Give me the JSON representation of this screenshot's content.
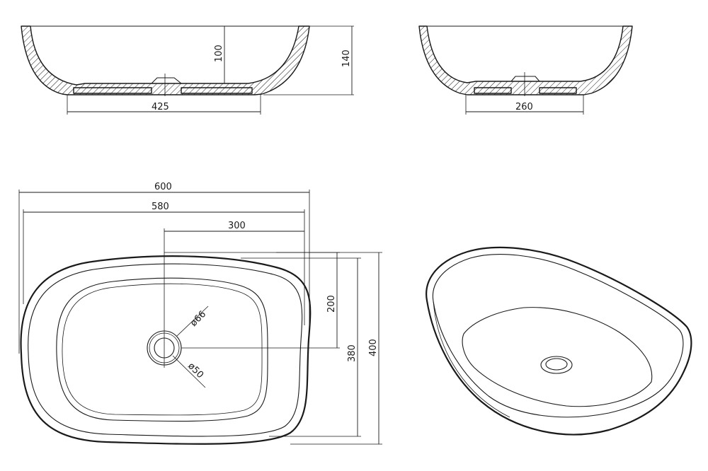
{
  "side_view": {
    "height_inner": "100",
    "height_total": "140",
    "base_width": "425"
  },
  "end_view": {
    "base_width": "260"
  },
  "top_view": {
    "width_total": "600",
    "width_rim": "580",
    "drain_offset": "300",
    "drain_to_edge": "200",
    "depth_rim": "380",
    "depth_total": "400",
    "drain_outer_diameter": "ø66",
    "drain_inner_diameter": "ø50"
  }
}
